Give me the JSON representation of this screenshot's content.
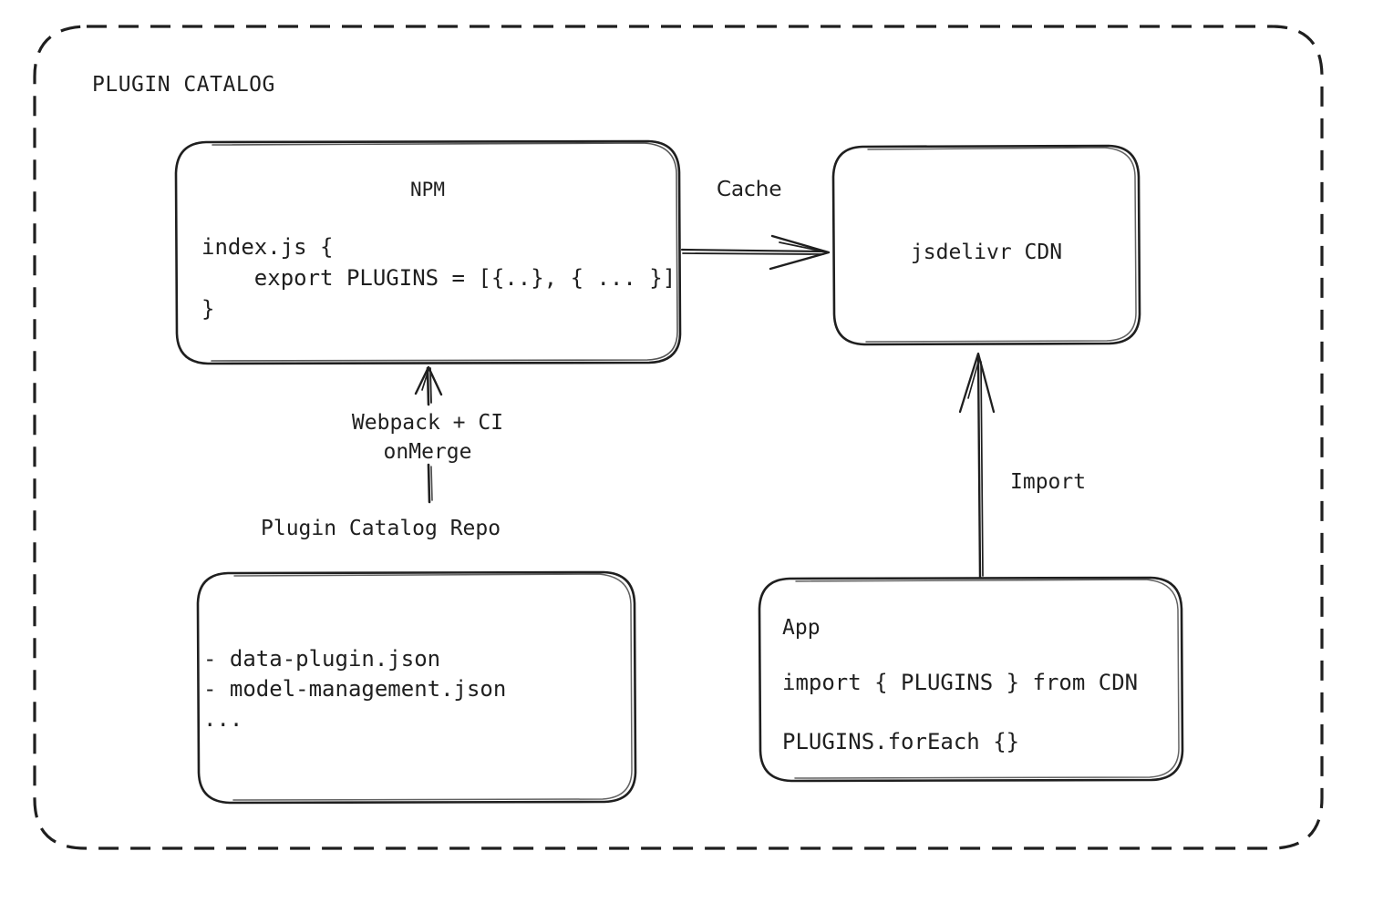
{
  "diagram": {
    "title": "PLUGIN CATALOG",
    "type": "architecture-flow",
    "background": "#ffffff",
    "stroke_color": "#1f1f1f",
    "style": "hand-drawn"
  },
  "nodes": {
    "npm": {
      "title": "NPM",
      "code_lines": [
        "index.js {",
        "    export PLUGINS = [{..}, { ... }]",
        "}"
      ],
      "code_text": "index.js {\n    export PLUGINS = [{..}, { ... }]\n}"
    },
    "cdn": {
      "title": "jsdelivr CDN"
    },
    "repo": {
      "caption": "Plugin Catalog Repo",
      "items": [
        "- data-plugin.json",
        "- model-management.json",
        "..."
      ],
      "items_text": "- data-plugin.json\n- model-management.json\n..."
    },
    "app": {
      "title": "App",
      "line1": "import { PLUGINS } from CDN",
      "line2": "PLUGINS.forEach {}"
    }
  },
  "edges": {
    "npm_to_cdn": {
      "label": "Cache",
      "from": "npm",
      "to": "cdn",
      "direction": "right"
    },
    "repo_to_npm": {
      "label": "Webpack + CI\nonMerge",
      "label_line1": "Webpack + CI",
      "label_line2": "onMerge",
      "from": "repo",
      "to": "npm",
      "direction": "up"
    },
    "app_to_cdn": {
      "label": "Import",
      "from": "app",
      "to": "cdn",
      "direction": "up"
    }
  }
}
